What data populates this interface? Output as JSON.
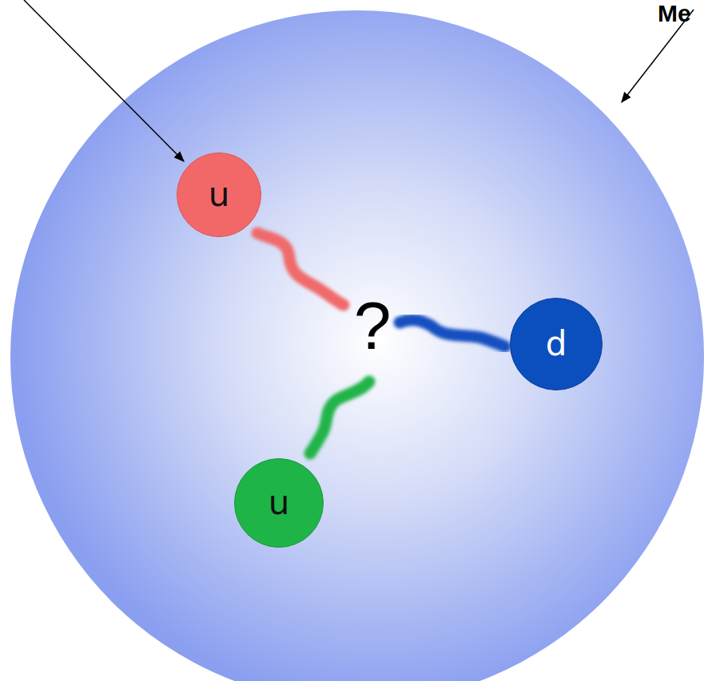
{
  "diagram": {
    "nodes": [
      {
        "text": [
          "u"
        ]
      },
      {
        "text": [
          "d"
        ]
      },
      {
        "text": [
          "u"
        ]
      }
    ],
    "labels": [
      "?",
      "Me"
    ]
  }
}
